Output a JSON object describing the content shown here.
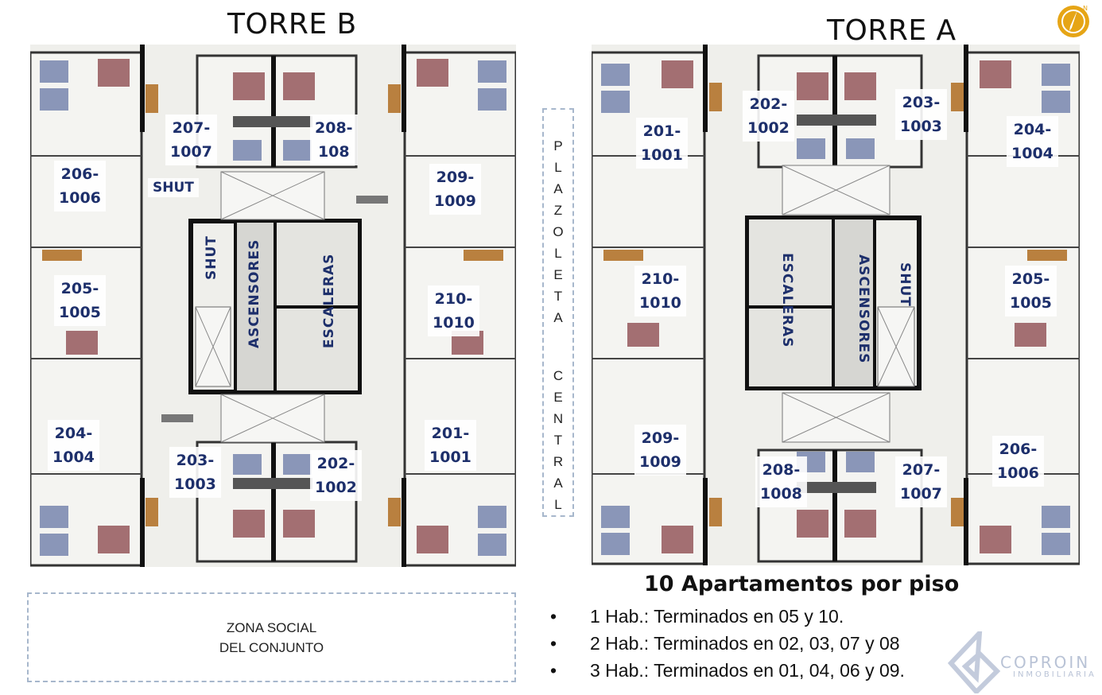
{
  "torre_b": {
    "title": "TORRE B",
    "apartments": [
      [
        "207-",
        "1007"
      ],
      [
        "208-",
        "108"
      ],
      [
        "206-",
        "1006"
      ],
      [
        "209-",
        "1009"
      ],
      [
        "205-",
        "1005"
      ],
      [
        "210-",
        "1010"
      ],
      [
        "204-",
        "1004"
      ],
      [
        "201-",
        "1001"
      ],
      [
        "203-",
        "1003"
      ],
      [
        "202-",
        "1002"
      ]
    ],
    "shut_top": "SHUT",
    "shut": "SHUT",
    "ascensores": "ASCENSORES",
    "escaleras": "ESCALERAS"
  },
  "torre_a": {
    "title": "TORRE A",
    "apartments": [
      [
        "202-",
        "1002"
      ],
      [
        "203-",
        "1003"
      ],
      [
        "201-",
        "1001"
      ],
      [
        "204-",
        "1004"
      ],
      [
        "210-",
        "1010"
      ],
      [
        "205-",
        "1005"
      ],
      [
        "209-",
        "1009"
      ],
      [
        "206-",
        "1006"
      ],
      [
        "208-",
        "1008"
      ],
      [
        "207-",
        "1007"
      ]
    ],
    "escaleras": "ESCALERAS",
    "ascensores": "ASCENSORES",
    "shut": "SHUT"
  },
  "plazoleta_letters": [
    "P",
    "L",
    "A",
    "Z",
    "O",
    "L",
    "E",
    "T",
    "A",
    "",
    "",
    "C",
    "E",
    "N",
    "T",
    "R",
    "A",
    "L"
  ],
  "zona_social": {
    "line1": "ZONA SOCIAL",
    "line2": "DEL CONJUNTO"
  },
  "info": {
    "title": "10 Apartamentos por piso",
    "items": [
      "1 Hab.: Terminados en 05 y 10.",
      "2 Hab.: Terminados en 02, 03, 07 y 08",
      "3 Hab.: Terminados en 01, 04, 06 y 09."
    ]
  },
  "logo": {
    "name": "COPROIN",
    "sub": "INMOBILIARIA"
  },
  "icons": {
    "compass": "compass-icon",
    "logo_mark": "coproin-logo-icon"
  },
  "colors": {
    "label_text": "#1d2f6b",
    "wall": "#111111",
    "floor": "#eeeeea",
    "bed_blue": "#8a96b8",
    "bed_red": "#a36f72",
    "wood": "#b9803f",
    "compass": "#e6a516"
  }
}
